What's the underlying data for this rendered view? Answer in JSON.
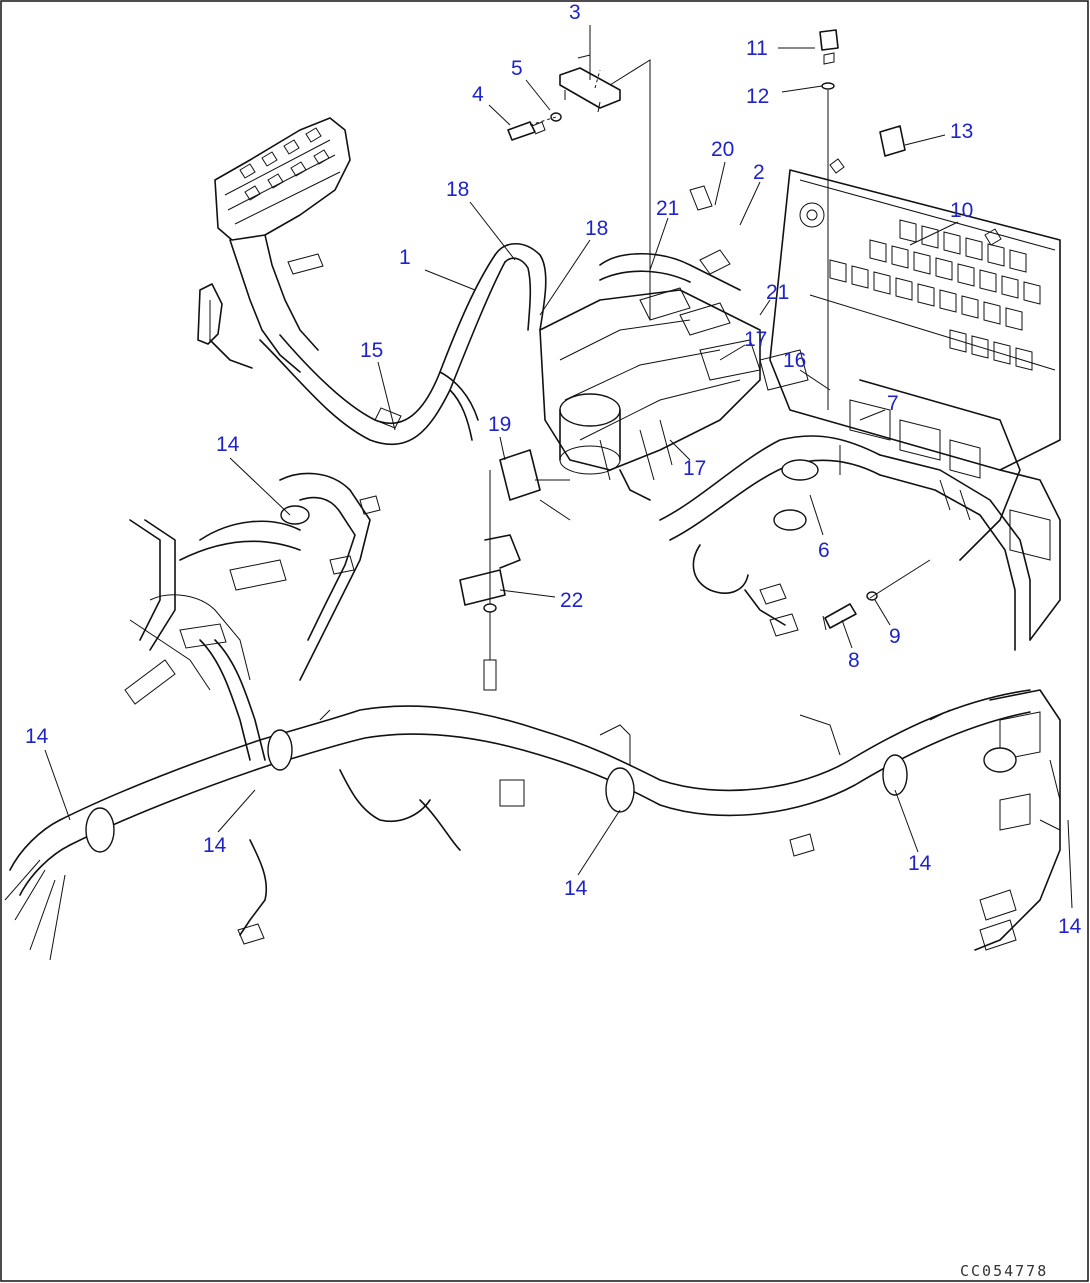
{
  "drawing_code": "CC054778",
  "callouts": [
    {
      "id": "c3",
      "text": "3"
    },
    {
      "id": "c5",
      "text": "5"
    },
    {
      "id": "c4",
      "text": "4"
    },
    {
      "id": "c11",
      "text": "11"
    },
    {
      "id": "c12",
      "text": "12"
    },
    {
      "id": "c13",
      "text": "13"
    },
    {
      "id": "c20",
      "text": "20"
    },
    {
      "id": "c2",
      "text": "2"
    },
    {
      "id": "c18a",
      "text": "18"
    },
    {
      "id": "c18b",
      "text": "18"
    },
    {
      "id": "c21a",
      "text": "21"
    },
    {
      "id": "c10",
      "text": "10"
    },
    {
      "id": "c1",
      "text": "1"
    },
    {
      "id": "c21b",
      "text": "21"
    },
    {
      "id": "c17a",
      "text": "17"
    },
    {
      "id": "c15",
      "text": "15"
    },
    {
      "id": "c16",
      "text": "16"
    },
    {
      "id": "c7",
      "text": "7"
    },
    {
      "id": "c19",
      "text": "19"
    },
    {
      "id": "c14a",
      "text": "14"
    },
    {
      "id": "c17b",
      "text": "17"
    },
    {
      "id": "c6",
      "text": "6"
    },
    {
      "id": "c22",
      "text": "22"
    },
    {
      "id": "c9",
      "text": "9"
    },
    {
      "id": "c8",
      "text": "8"
    },
    {
      "id": "c14b",
      "text": "14"
    },
    {
      "id": "c14c",
      "text": "14"
    },
    {
      "id": "c14d",
      "text": "14"
    },
    {
      "id": "c14e",
      "text": "14"
    },
    {
      "id": "c14f",
      "text": "14"
    }
  ]
}
